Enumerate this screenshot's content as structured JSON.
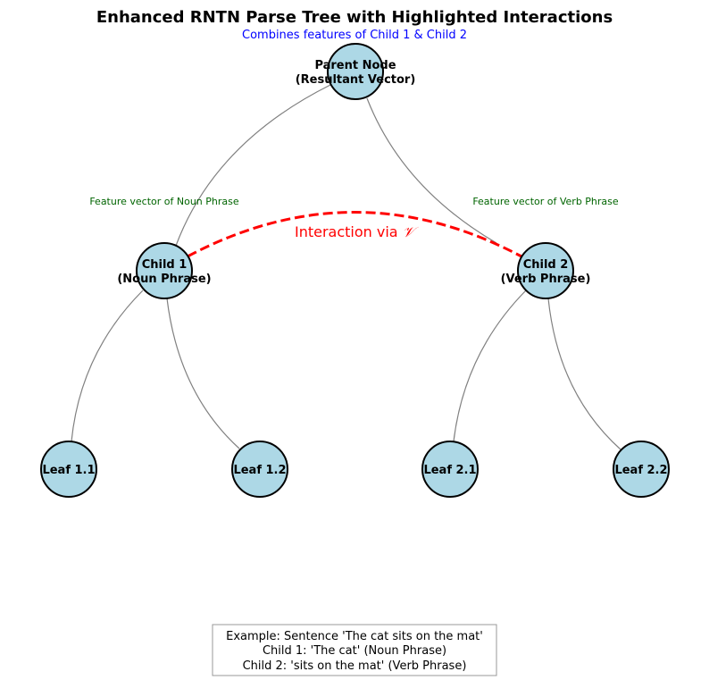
{
  "title": "Enhanced RNTN Parse Tree with Highlighted Interactions",
  "subtitle": "Combines features of Child 1 & Child 2",
  "nodes": {
    "parent": [
      "Parent Node",
      "(Resultant Vector)"
    ],
    "child1": [
      "Child 1",
      "(Noun Phrase)"
    ],
    "child2": [
      "Child 2",
      "(Verb Phrase)"
    ],
    "leaf11": [
      "Leaf 1.1"
    ],
    "leaf12": [
      "Leaf 1.2"
    ],
    "leaf21": [
      "Leaf 2.1"
    ],
    "leaf22": [
      "Leaf 2.2"
    ]
  },
  "edges": [
    [
      "parent",
      "child1"
    ],
    [
      "parent",
      "child2"
    ],
    [
      "child1",
      "leaf11"
    ],
    [
      "child1",
      "leaf12"
    ],
    [
      "child2",
      "leaf21"
    ],
    [
      "child2",
      "leaf22"
    ]
  ],
  "interaction": {
    "from": "child1",
    "to": "child2",
    "label_text": "Interaction via ",
    "label_symbol": "𝒱"
  },
  "feature_labels": {
    "child1": "Feature vector of Noun Phrase",
    "child2": "Feature vector of Verb Phrase"
  },
  "caption": [
    "Example: Sentence 'The cat sits on the mat'",
    "Child 1: 'The cat' (Noun Phrase)",
    "Child 2: 'sits on the mat' (Verb Phrase)"
  ],
  "colors": {
    "node_fill": "#add8e6",
    "edge": "#808080",
    "interaction": "#ff0000",
    "subtitle": "#0000ff",
    "feature_label": "#006400"
  }
}
